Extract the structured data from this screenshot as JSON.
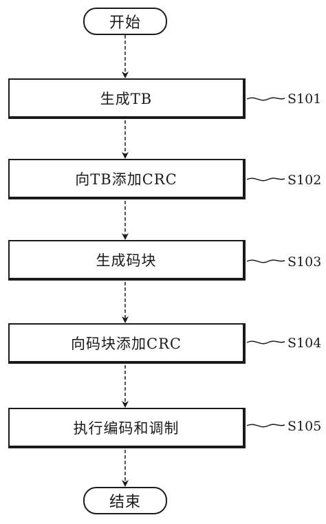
{
  "flowchart": {
    "start_label": "开始",
    "end_label": "结束",
    "steps": [
      {
        "label": "生成TB",
        "code": "S101"
      },
      {
        "label": "向TB添加CRC",
        "code": "S102"
      },
      {
        "label": "生成码块",
        "code": "S103"
      },
      {
        "label": "向码块添加CRC",
        "code": "S104"
      },
      {
        "label": "执行编码和调制",
        "code": "S105"
      }
    ]
  },
  "colors": {
    "line": "#1a1a1a",
    "background": "#ffffff"
  }
}
